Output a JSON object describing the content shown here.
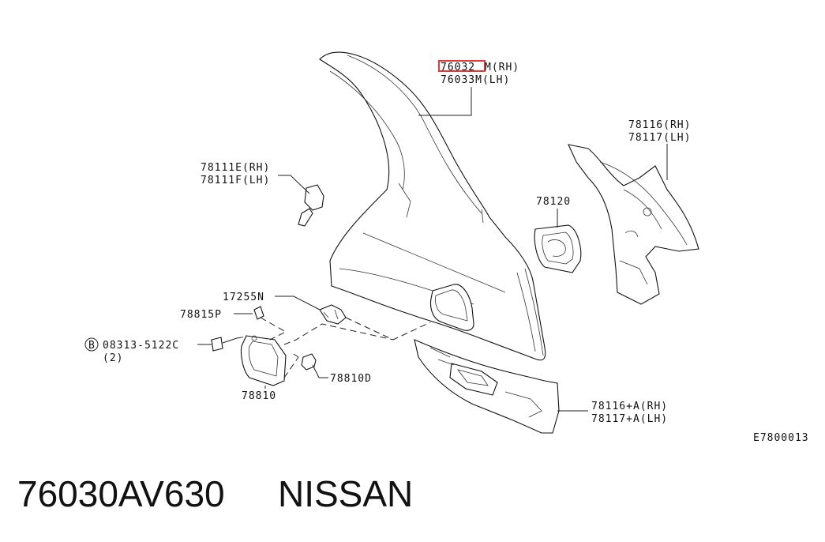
{
  "callouts": {
    "c76032_prefix": "76032",
    "c76032_suffix": "M(RH)",
    "c76033": "76033M(LH)",
    "c78116_rh": "78116(RH)",
    "c78117_lh": "78117(LH)",
    "c78111e": "78111E(RH)",
    "c78111f": "78111F(LH)",
    "c78120": "78120",
    "c17255n": "17255N",
    "c78815p": "78815P",
    "bolt_symbol": "B",
    "c08313": "08313-5122C",
    "c08313_qty": "(2)",
    "c78810": "78810",
    "c78810d": "78810D",
    "c78116a": "78116+A(RH)",
    "c78117a": "78117+A(LH)",
    "diagram_code": "E7800013"
  },
  "footer": {
    "part_number": "76030AV630",
    "brand": "NISSAN"
  },
  "colors": {
    "highlight": "#e53935",
    "ink": "#111111"
  }
}
